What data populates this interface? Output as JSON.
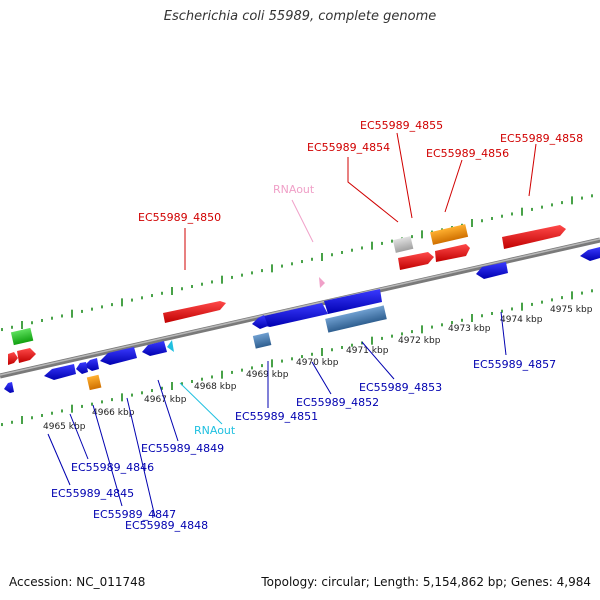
{
  "title": "Escherichia coli 55989, complete genome",
  "footer": {
    "accession": "Accession: NC_011748",
    "info": "Topology: circular; Length: 5,154,862 bp; Genes: 4,984"
  },
  "colors": {
    "backbone": "#7a7a7a",
    "tick": "#1a8a1a",
    "forward_label": "#d00000",
    "reverse_label": "#0000b0",
    "rna_forward": "#f0a0c8",
    "rna_reverse": "#20c0e0",
    "axis_label": "#222222"
  },
  "axis_ticks": [
    "4965 kbp",
    "4966 kbp",
    "4967 kbp",
    "4968 kbp",
    "4969 kbp",
    "4970 kbp",
    "4971 kbp",
    "4972 kbp",
    "4973 kbp",
    "4974 kbp",
    "4975 kbp"
  ],
  "forward_labels": [
    {
      "name": "EC55989_4850",
      "color": "#d00000"
    },
    {
      "name": "RNAout",
      "color": "#f0a0c8"
    },
    {
      "name": "EC55989_4854",
      "color": "#d00000"
    },
    {
      "name": "EC55989_4855",
      "color": "#d00000"
    },
    {
      "name": "EC55989_4856",
      "color": "#d00000"
    },
    {
      "name": "EC55989_4858",
      "color": "#d00000"
    }
  ],
  "reverse_labels": [
    {
      "name": "EC55989_4846",
      "color": "#0000b0"
    },
    {
      "name": "EC55989_4845",
      "color": "#0000b0"
    },
    {
      "name": "EC55989_4847",
      "color": "#0000b0"
    },
    {
      "name": "EC55989_4848",
      "color": "#0000b0"
    },
    {
      "name": "EC55989_4849",
      "color": "#0000b0"
    },
    {
      "name": "RNAout",
      "color": "#20c0e0"
    },
    {
      "name": "EC55989_4851",
      "color": "#0000b0"
    },
    {
      "name": "EC55989_4852",
      "color": "#0000b0"
    },
    {
      "name": "EC55989_4853",
      "color": "#0000b0"
    },
    {
      "name": "EC55989_4857",
      "color": "#0000b0"
    }
  ]
}
